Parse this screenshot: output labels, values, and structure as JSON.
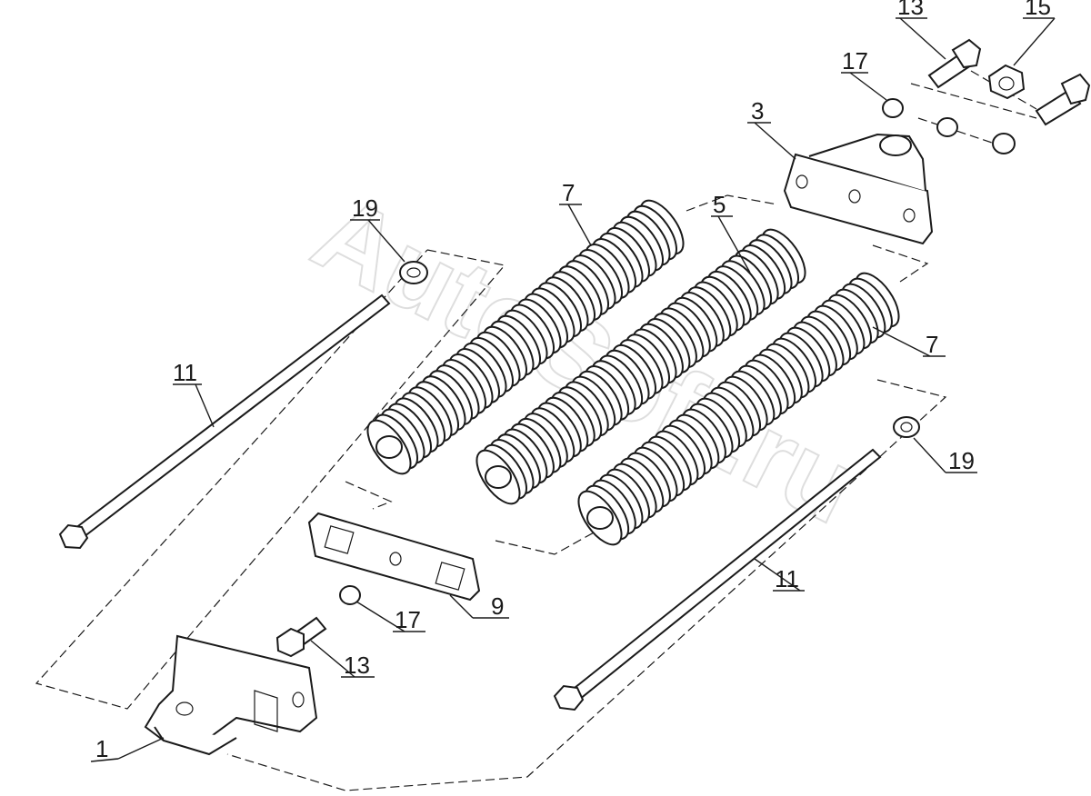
{
  "diagram": {
    "watermark": "AutoSoft.ru",
    "callouts": {
      "c1": "1",
      "c3": "3",
      "c5": "5",
      "c7a": "7",
      "c7b": "7",
      "c9": "9",
      "c11a": "11",
      "c11b": "11",
      "c13a": "13",
      "c13b": "13",
      "c15": "15",
      "c17a": "17",
      "c17b": "17",
      "c19a": "19",
      "c19b": "19"
    }
  }
}
